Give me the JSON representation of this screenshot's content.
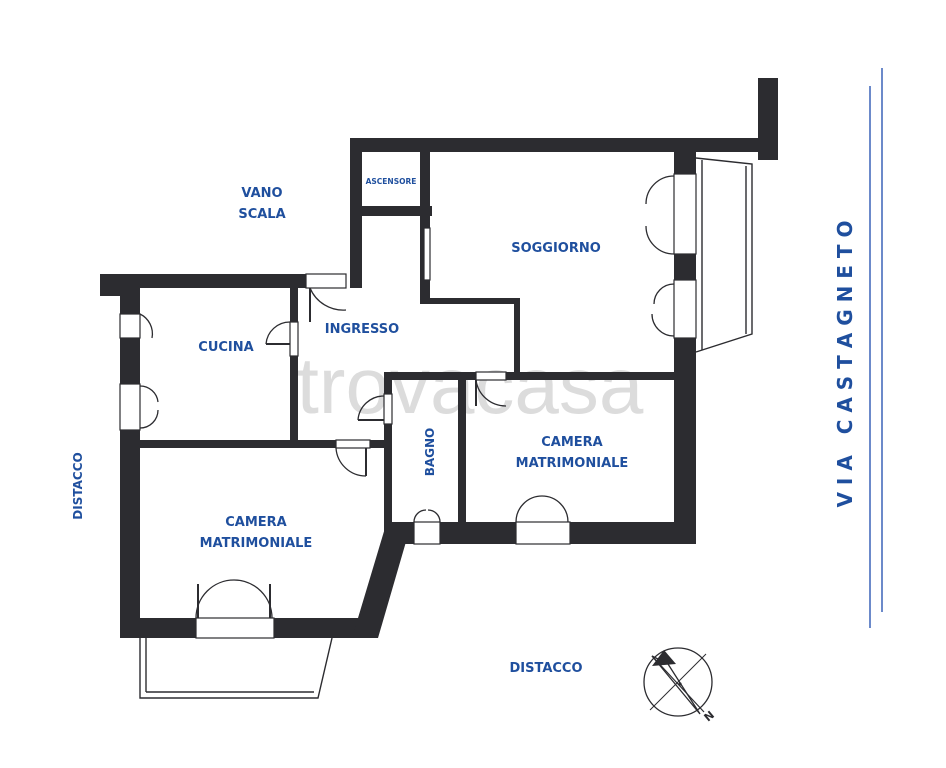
{
  "rooms": {
    "vano_scala_line1": "VANO",
    "vano_scala_line2": "SCALA",
    "ascensore": "ASCENSORE",
    "soggiorno": "SOGGIORNO",
    "cucina": "CUCINA",
    "ingresso": "INGRESSO",
    "bagno": "BAGNO",
    "camera_right_line1": "CAMERA",
    "camera_right_line2": "MATRIMONIALE",
    "camera_left_line1": "CAMERA",
    "camera_left_line2": "MATRIMONIALE"
  },
  "surroundings": {
    "distacco_left": "DISTACCO",
    "distacco_bottom": "DISTACCO",
    "street": "V I A   C A S T A G N E T O"
  },
  "compass": {
    "north_letter": "N"
  },
  "watermark": "trovacasa",
  "colors": {
    "label": "#1f4f9e",
    "wall": "#2c2c30",
    "street_line": "#3b63b8",
    "watermark": "#d9d9d9"
  }
}
